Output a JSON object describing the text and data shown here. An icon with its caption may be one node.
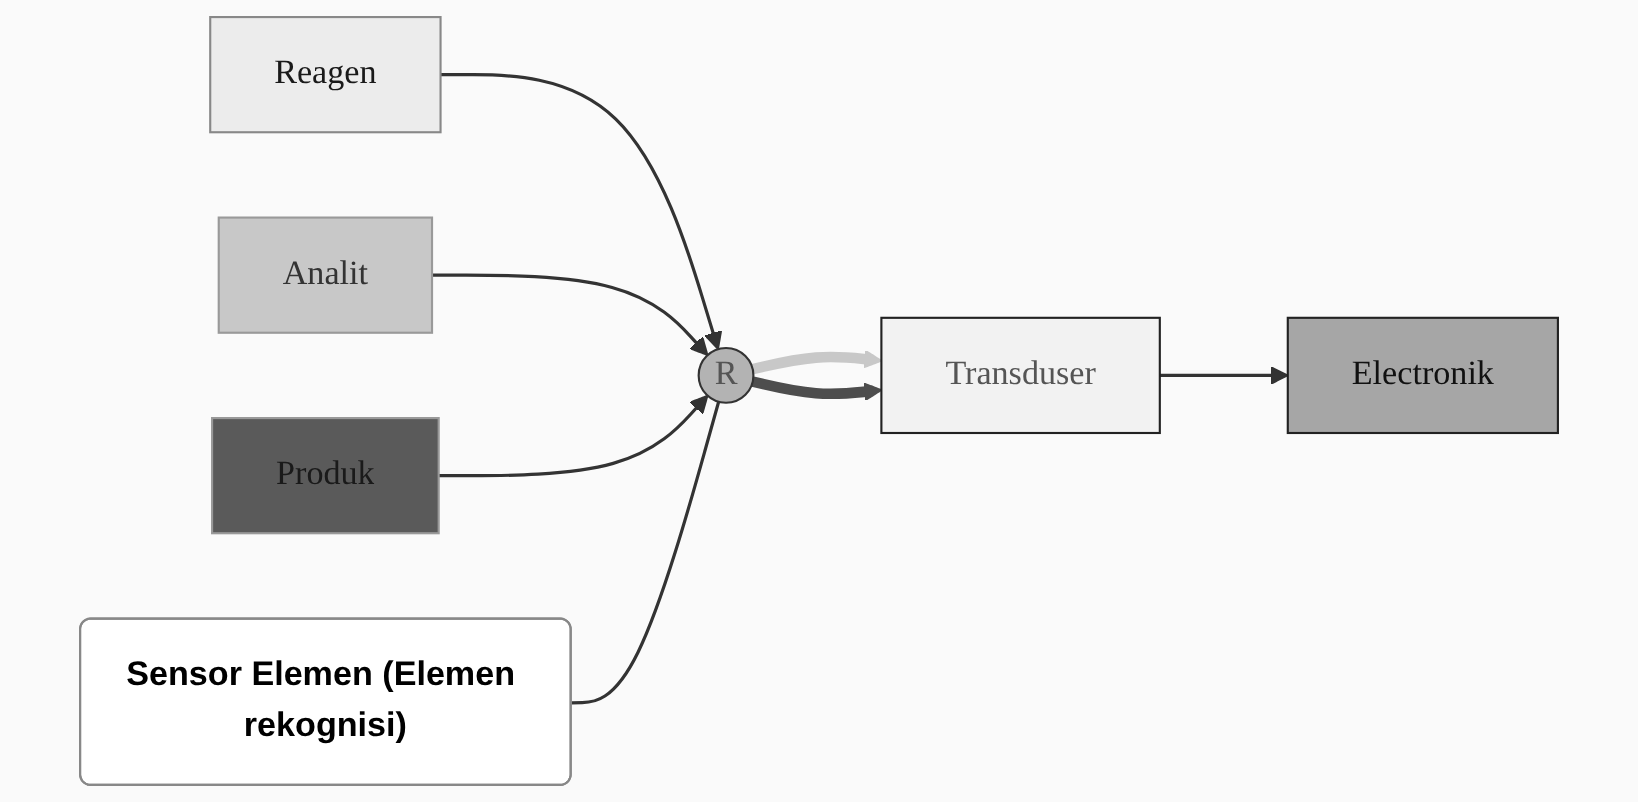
{
  "diagram": {
    "nodes": [
      {
        "text": [
          "Reagen"
        ]
      },
      {
        "text": [
          "Analit"
        ]
      },
      {
        "text": [
          "R"
        ]
      },
      {
        "text": [
          "Transduser"
        ]
      },
      {
        "text": [
          "Electronik"
        ]
      },
      {
        "text": [
          "Produk"
        ]
      },
      {
        "text": [
          "Sensor Elemen (Elemen rekognisi)"
        ]
      }
    ],
    "edges": [
      {
        "from": 0,
        "to": 2,
        "arrow": "to"
      },
      {
        "from": 1,
        "to": 2,
        "arrow": "to"
      },
      {
        "from": 5,
        "to": 2,
        "arrow": "to"
      },
      {
        "from": 2,
        "to": 3,
        "arrow": "to",
        "style": "thick",
        "color": "#c8c8c8"
      },
      {
        "from": 2,
        "to": 3,
        "arrow": "to",
        "style": "thick",
        "color": "#4d4d4d"
      },
      {
        "from": 3,
        "to": 4,
        "arrow": "to"
      },
      {
        "from": 6,
        "to": 2,
        "arrow": "none"
      }
    ]
  }
}
